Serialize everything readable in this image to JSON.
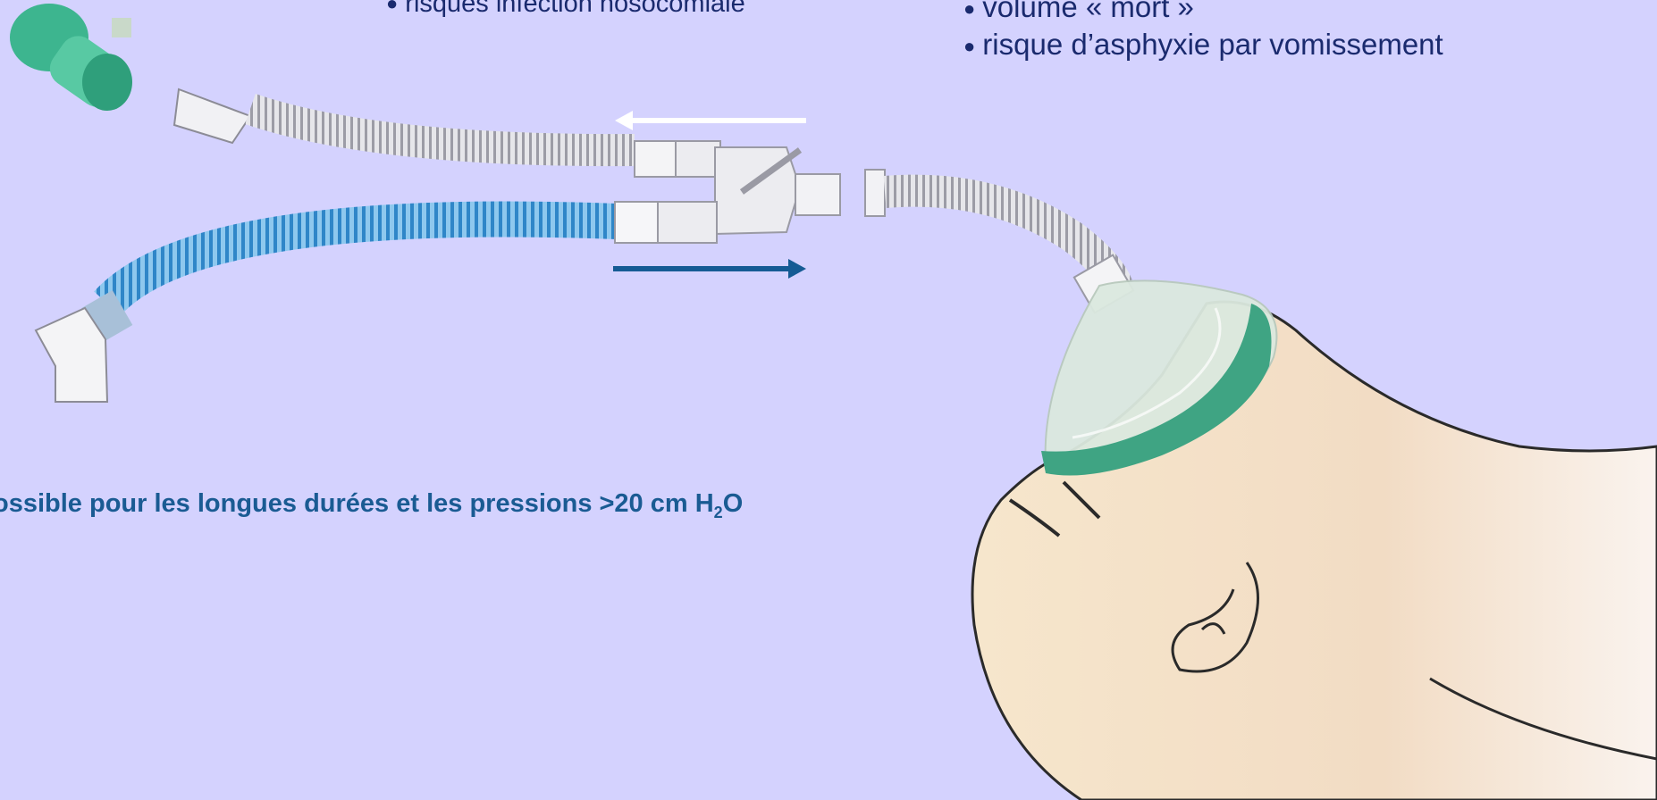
{
  "left_bullet": {
    "dot": "●",
    "text": "risques infection nosocomiale"
  },
  "right_bullets": [
    {
      "dot": "●",
      "text": "volume « mort »"
    },
    {
      "dot": "●",
      "text": "risque d’asphyxie par vomissement"
    }
  ],
  "bottom_note": {
    "text_before": "ossible pour les longues durées et les pressions >20 cm H",
    "subscript": "2",
    "text_after": "O"
  },
  "colors": {
    "background": "#d4d2fe",
    "title_text": "#1a2a6e",
    "note_text": "#1a5b93",
    "mask_green": "#3fa483",
    "tube_blue": "#4d9fd6",
    "arrow_blue": "#155b94"
  }
}
